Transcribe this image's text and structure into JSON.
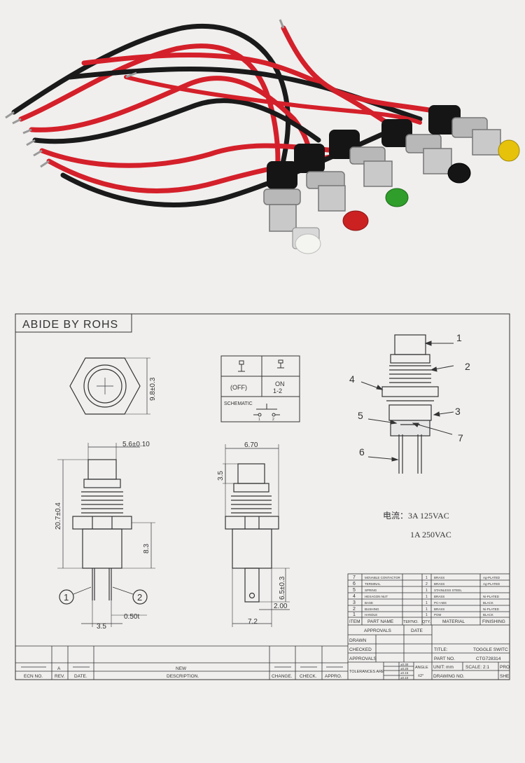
{
  "colors": {
    "background": "#f0efee",
    "wire_red": "#d4202a",
    "wire_black": "#1a1a1a",
    "cap_white": "#f4f4f0",
    "cap_red": "#cc2121",
    "cap_green": "#2f9e2a",
    "cap_black": "#151515",
    "cap_yellow": "#e6c20b",
    "line": "#333333"
  },
  "photo": {
    "caps": [
      "white",
      "red",
      "green",
      "black",
      "yellow"
    ]
  },
  "drawing": {
    "banner": "ABIDE BY ROHS",
    "top_view": {
      "dim_height": "9.8±0.3"
    },
    "schematic": {
      "off": "(OFF)",
      "on": "ON",
      "on_pins": "1-2",
      "label": "SCHEMATIC",
      "pin1": "1",
      "pin2": "2"
    },
    "front_view": {
      "dim_cap_width": "5.6±0.10",
      "dim_total_height": "20.7±0.4",
      "dim_lower": "8.3",
      "pin_label_1": "1",
      "pin_label_2": "2",
      "dim_pin_spacing": "3.5",
      "dim_pin_thickness": "0.50t"
    },
    "side_view": {
      "dim_width": "6.70",
      "dim_cap_height": "3.5",
      "dim_pin_length": "6.5±0.3",
      "dim_pin_width": "2.00",
      "dim_bottom": "7.2"
    },
    "exploded": {
      "labels": [
        "1",
        "2",
        "3",
        "4",
        "5",
        "6",
        "7"
      ]
    },
    "ratings": {
      "line1": "电流：3A 125VAC",
      "line2": "1A 250VAC"
    },
    "parts_table": {
      "header": [
        "ITEM",
        "PART NAME",
        "TER'NO.",
        "QTY.",
        "MATERIAL",
        "FINISHING"
      ],
      "rows": [
        {
          "item": "7",
          "name": "MOVABLE CONTACTOR",
          "qty": "1",
          "material": "BRASS",
          "finish": "Ag-PLATED"
        },
        {
          "item": "6",
          "name": "TERMINAL",
          "qty": "2",
          "material": "BRASS",
          "finish": "Ag-PLATED"
        },
        {
          "item": "5",
          "name": "SPRING",
          "qty": "1",
          "material": "STAINLESS STEEL",
          "finish": ""
        },
        {
          "item": "4",
          "name": "HEXAGON NUT",
          "qty": "1",
          "material": "BRASS",
          "finish": "Ni-PLATED"
        },
        {
          "item": "3",
          "name": "BASE",
          "qty": "1",
          "material": "PC+ABS",
          "finish": "BLACK"
        },
        {
          "item": "2",
          "name": "BUSHING",
          "qty": "1",
          "material": "BRASS",
          "finish": "Ni-PLATED"
        },
        {
          "item": "1",
          "name": "HANDLE",
          "qty": "1",
          "material": "POM",
          "finish": "BLACK"
        }
      ]
    },
    "title_block": {
      "approvals": "APPROVALS",
      "date": "DATE",
      "drawn": "DRAWN",
      "checked": "CHECKED",
      "approvals2": "APPROVALS",
      "title_label": "TITLE:",
      "title_value": "TOGGLE SWITC",
      "part_no_label": "PART NO.",
      "part_no_value": "CTG728314",
      "unit": "UNIT: mm",
      "scale": "SCALE: 2:1",
      "proj": "PRO",
      "drawing_no": "DRAWING NO.",
      "sheet": "SHE",
      "tolerances": "TOLERANCES ARE",
      "tol_vals": [
        "±0.30",
        "±0.20",
        "±0.15",
        "±0.10"
      ],
      "angle": "ANGLE",
      "angle_val": "±2°"
    },
    "revision": {
      "ecn": "ECN NO.",
      "rev": "REV.",
      "date": "DATE.",
      "new": "NEW",
      "rev_value": "A",
      "description": "DESCRIPTION.",
      "change": "CHANGE.",
      "check": "CHECK.",
      "appro": "APPRO."
    }
  }
}
